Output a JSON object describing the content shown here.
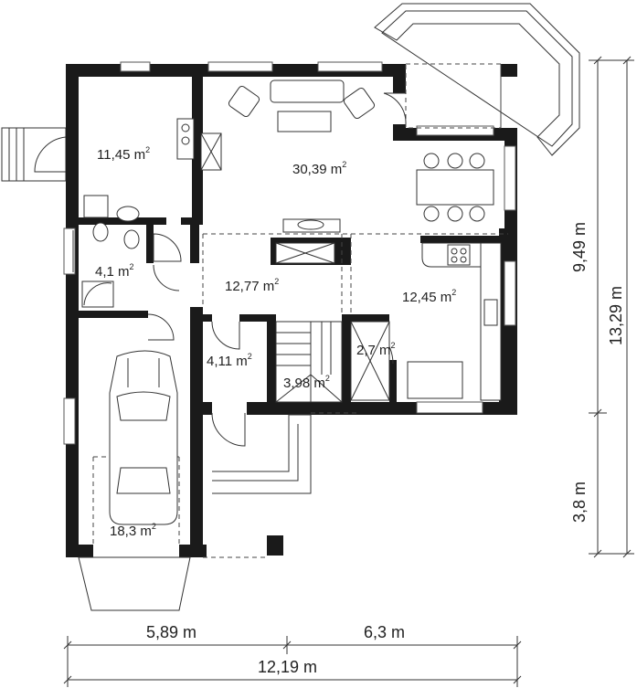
{
  "rooms": [
    {
      "id": "kitchen-utility",
      "value": "11,45 m",
      "sup": "2"
    },
    {
      "id": "living",
      "value": "30,39 m",
      "sup": "2"
    },
    {
      "id": "bathroom",
      "value": "4,1 m",
      "sup": "2"
    },
    {
      "id": "hall",
      "value": "12,77 m",
      "sup": "2"
    },
    {
      "id": "kitchen",
      "value": "12,45 m",
      "sup": "2"
    },
    {
      "id": "pantry",
      "value": "2,7 m",
      "sup": "2"
    },
    {
      "id": "vestibule",
      "value": "4,11 m",
      "sup": "2"
    },
    {
      "id": "stairs",
      "value": "3,98 m",
      "sup": "2"
    },
    {
      "id": "garage",
      "value": "18,3 m",
      "sup": "2"
    }
  ],
  "dimensions": {
    "bottom_left": "5,89 m",
    "bottom_right": "6,3 m",
    "bottom_total": "12,19 m",
    "right_upper": "9,49 m",
    "right_lower": "3,8 m",
    "right_total": "13,29 m"
  }
}
